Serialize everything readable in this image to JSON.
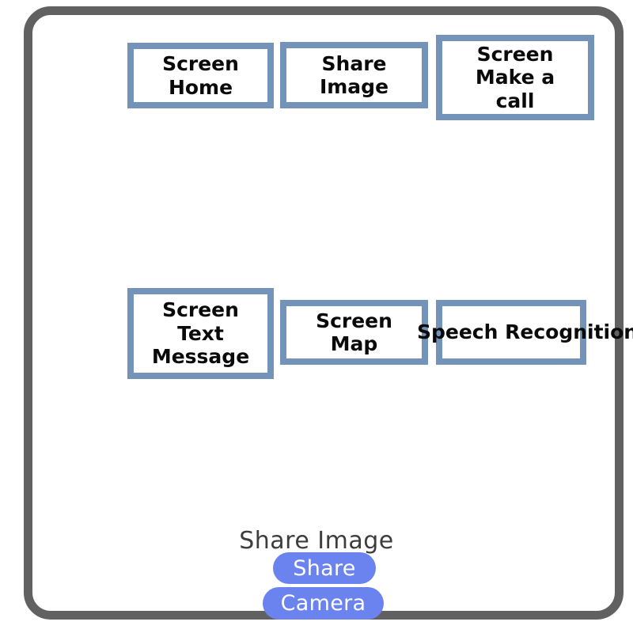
{
  "frame": {
    "border_color": "#616161",
    "background": "#ffffff"
  },
  "style": {
    "box_border_color": "#7393b8",
    "box_text_color": "#0a0a0a",
    "pill_color": "#6a83ef",
    "pill_text_color": "#ffffff",
    "title_color": "#3d3d3d"
  },
  "screens": {
    "row1": [
      {
        "id": "screen-home",
        "label": "Screen\nHome"
      },
      {
        "id": "share-image",
        "label": "Share\nImage"
      },
      {
        "id": "make-a-call",
        "label": "Screen\nMake a\ncall"
      }
    ],
    "row2": [
      {
        "id": "screen-text-message",
        "label": "Screen\nText\nMessage"
      },
      {
        "id": "screen-map",
        "label": "Screen\nMap"
      },
      {
        "id": "speech-recognition",
        "label": "Speech\nRecognition"
      }
    ]
  },
  "share_sheet": {
    "title": "Share Image",
    "options": [
      {
        "id": "share",
        "label": "Share"
      },
      {
        "id": "camera",
        "label": "Camera"
      }
    ]
  }
}
